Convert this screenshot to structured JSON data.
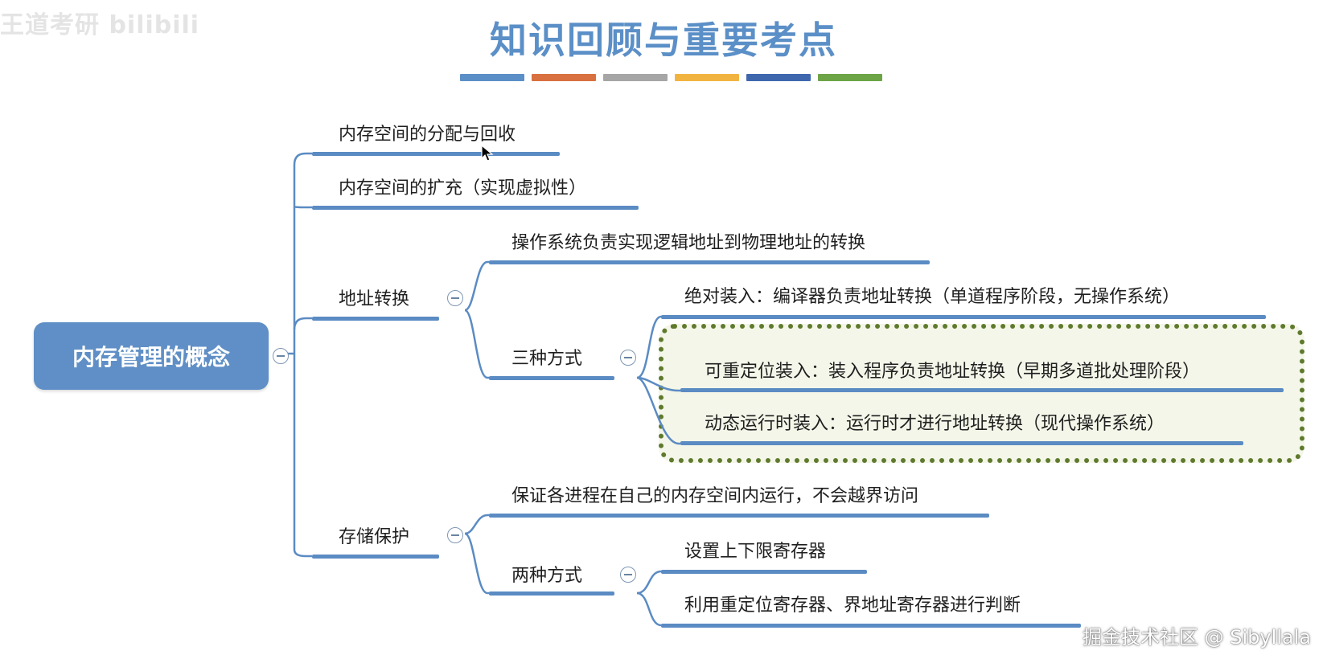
{
  "watermark_top_left": "王道考研 bilibili",
  "title": "知识回顾与重要考点",
  "title_bar_colors": [
    "#5b8fc7",
    "#d9703f",
    "#a6a6a6",
    "#f2b440",
    "#3f67ad",
    "#6ca446"
  ],
  "root": {
    "label": "内存管理的概念"
  },
  "nodes": {
    "alloc": "内存空间的分配与回收",
    "expand": "内存空间的扩充（实现虚拟性）",
    "addr": {
      "label": "地址转换",
      "os_resp": "操作系统负责实现逻辑地址到物理地址的转换",
      "three": {
        "label": "三种方式",
        "absolute": "绝对装入：编译器负责地址转换（单道程序阶段，无操作系统）",
        "relocatable": "可重定位装入：装入程序负责地址转换（早期多道批处理阶段）",
        "dynamic": "动态运行时装入：运行时才进行地址转换（现代操作系统）"
      }
    },
    "protect": {
      "label": "存储保护",
      "ensure": "保证各进程在自己的内存空间内运行，不会越界访问",
      "two": {
        "label": "两种方式",
        "bounds": "设置上下限寄存器",
        "regs": "利用重定位寄存器、界地址寄存器进行判断"
      }
    }
  },
  "watermark_bottom_right": "掘金技术社区 @ Sibyllala"
}
